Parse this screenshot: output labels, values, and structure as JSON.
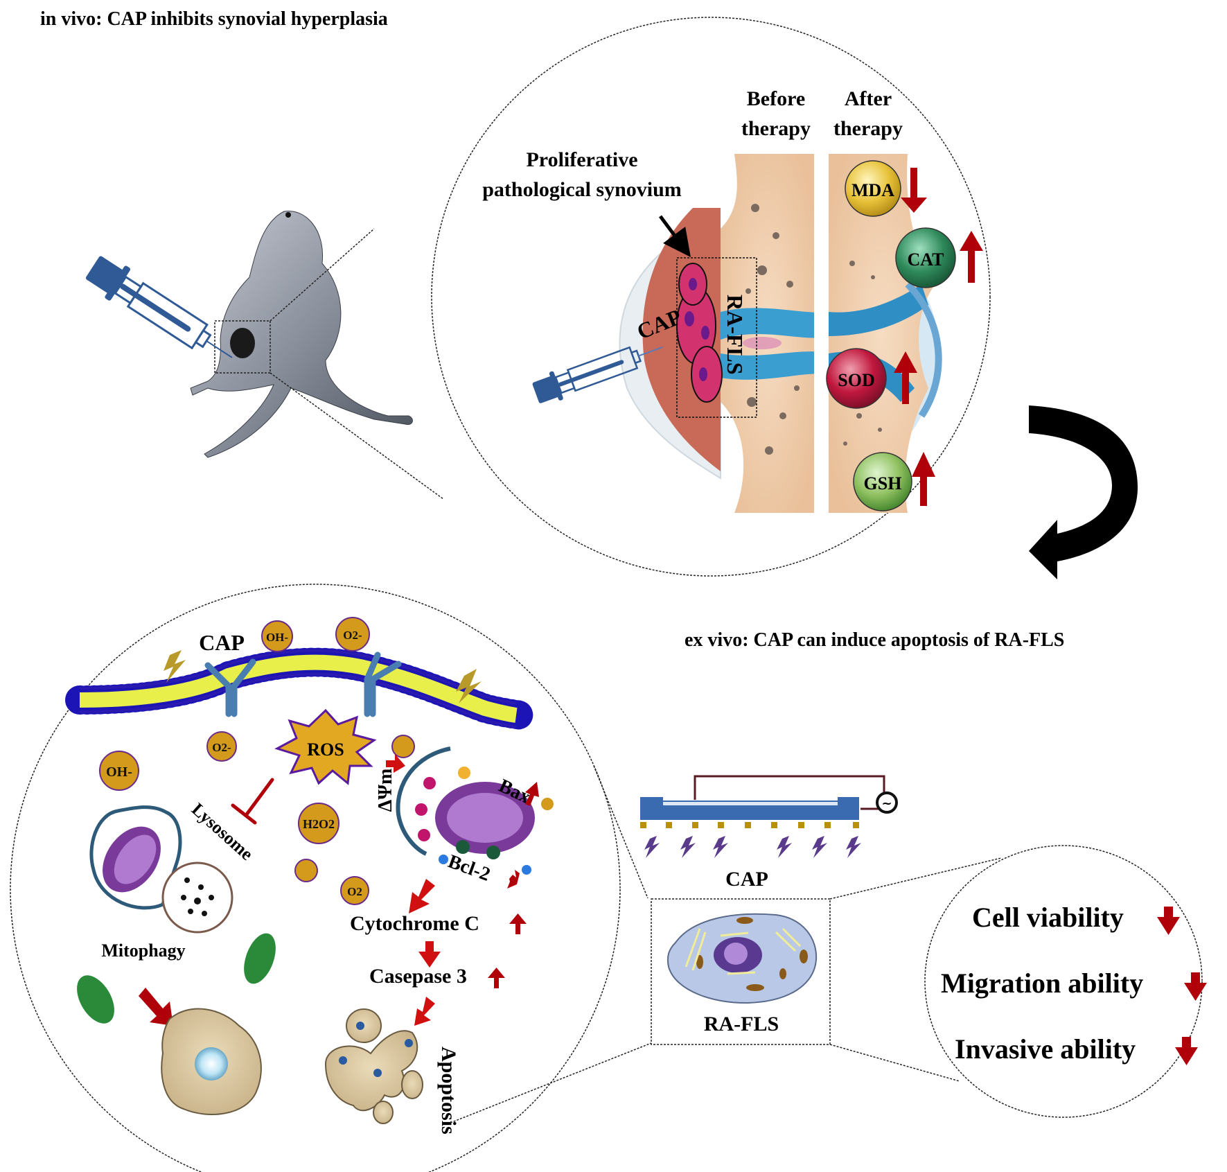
{
  "titles": {
    "in_vivo": "in vivo: CAP inhibits synovial hyperplasia",
    "ex_vivo": "ex vivo: CAP can induce apoptosis of RA-FLS"
  },
  "joint_panel": {
    "before_line1": "Before",
    "before_line2": "therapy",
    "after_line1": "After",
    "after_line2": "therapy",
    "synovium_line1": "Proliferative",
    "synovium_line2": "pathological synovium",
    "cap_label": "CAP",
    "rafls_label": "RA-FLS",
    "markers": [
      {
        "label": "MDA",
        "direction": "down",
        "color": "#e8c23a"
      },
      {
        "label": "CAT",
        "direction": "up",
        "color": "#2f8a5a"
      },
      {
        "label": "SOD",
        "direction": "up",
        "color": "#c0173d"
      },
      {
        "label": "GSH",
        "direction": "up",
        "color": "#7fb35a"
      }
    ]
  },
  "mechanism_panel": {
    "cap_label": "CAP",
    "ros_label": "ROS",
    "ions": {
      "oh_top": "OH-",
      "o2_top": "O2-",
      "o2_mid": "O2-",
      "oh_left": "OH-",
      "h2o2": "H2O2",
      "o2_low": "O2"
    },
    "lysosome_label": "Lysosome",
    "mitophagy_label": "Mitophagy",
    "delta_psi_label": "ΔΨm",
    "bax_label": "Bax",
    "bcl2_label": "Bcl-2",
    "cytochrome_label": "Cytochrome C",
    "caspase_label": "Casepase 3",
    "apoptosis_label": "Apoptosis"
  },
  "device_panel": {
    "cap_label": "CAP",
    "cell_label": "RA-FLS",
    "ac_symbol": "~"
  },
  "outcomes": [
    {
      "label": "Cell viability",
      "direction": "down"
    },
    {
      "label": "Migration ability",
      "direction": "down"
    },
    {
      "label": "Invasive ability",
      "direction": "down"
    }
  ],
  "colors": {
    "arrow_red": "#b0000a",
    "syringe_blue": "#2f5a96",
    "ion_gold": "#d49a1c",
    "ion_border": "#6a2a8a",
    "membrane_blue": "#2a1ab0",
    "membrane_yellow": "#e8ef4a"
  }
}
